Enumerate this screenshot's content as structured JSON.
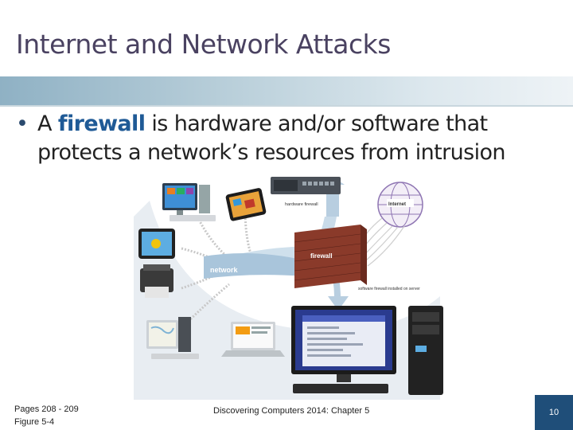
{
  "slide": {
    "title": "Internet and Network Attacks",
    "bullet_prefix": "A ",
    "bullet_keyword": "firewall",
    "bullet_suffix": " is hardware and/or software that protects a network’s resources from intrusion",
    "colors": {
      "title": "#4a4261",
      "keyword": "#1f5a96",
      "page_box": "#1f4e79"
    }
  },
  "figure": {
    "labels": {
      "hardware_firewall": "hardware firewall",
      "internet": "Internet",
      "firewall": "firewall",
      "network": "network",
      "software_firewall": "software firewall installed on server"
    }
  },
  "footer": {
    "pages": "Pages 208 - 209",
    "figure": "Figure 5-4",
    "book": "Discovering Computers 2014: Chapter 5",
    "page_number": "10"
  }
}
